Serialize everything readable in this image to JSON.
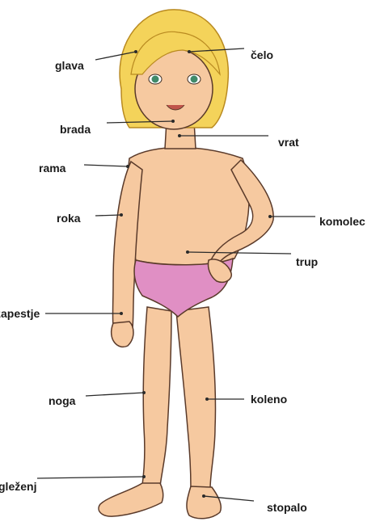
{
  "labels": {
    "glava": "glava",
    "celo": "čelo",
    "brada": "brada",
    "vrat": "vrat",
    "rama": "rama",
    "roka": "roka",
    "komolec": "komolec",
    "trup": "trup",
    "zapestje": "zapestje",
    "noga": "noga",
    "koleno": "koleno",
    "gleznej": "gleženj",
    "stopalo": "stopalo"
  },
  "colors": {
    "skin": "#f6c9a0",
    "skin_outline": "#5a3a2a",
    "hair": "#f4d35a",
    "hair_shade": "#e2b53a",
    "underwear": "#e08fc4",
    "eyes": "#3f8a6a",
    "text": "#1a1a1a"
  }
}
